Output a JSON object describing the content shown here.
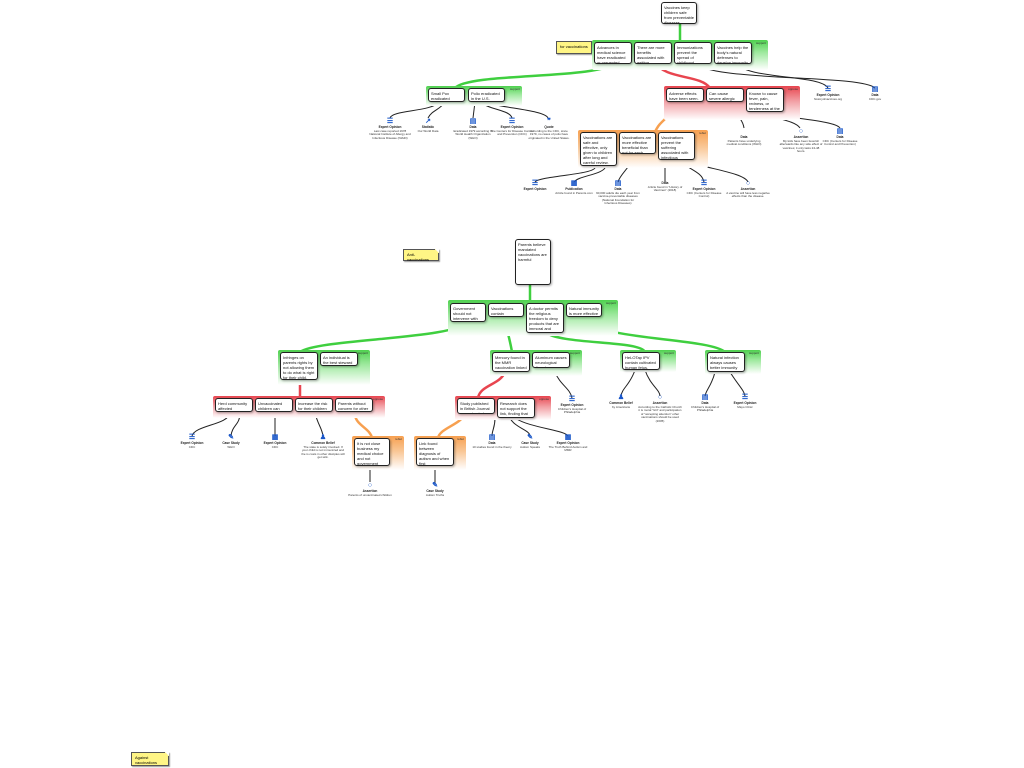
{
  "map1": {
    "label": "for vaccinations",
    "root": "Vaccines keep children safe from preventable diseases",
    "group_tags": {
      "support": "support",
      "oppose": "oppose",
      "rebut": "rebut"
    },
    "reasons": [
      "Advances in medical science have eradicated or prevented childhood diseases.",
      "There are more benefits associated with getting vaccinated than the effects of not.",
      "Immunizations prevent the spread of childhood diseases.",
      "Vaccines help the body's natural defenses to develop immunity."
    ],
    "sub_support": [
      "Small Pox eradicated",
      "Polio eradicated in the U.S."
    ],
    "sub_oppose": [
      "Adverse effects have been seen.",
      "Can cause severe allergic reactions.",
      "Known to cause fever, pain, redness, or tenderness at the injection site."
    ],
    "sub_rebut": [
      "Vaccinations are safe and effective, only given to children after long and careful review.",
      "Vaccinations are more effective beneficial than not for each",
      "Vaccinations prevent the suffering associated with infectious diseases."
    ],
    "evidence": [
      {
        "type": "Expert Opinion",
        "text": "Last case reported 1978 National Institute of Allergy and Infectious Disease (NIAID)",
        "icon": "expert-icon"
      },
      {
        "type": "Statistic",
        "text": "Our World Data",
        "icon": "statistic-icon"
      },
      {
        "type": "Data",
        "text": "Eradicated 1979 according to World Health Organization (WHO)",
        "icon": "data-icon"
      },
      {
        "type": "Expert Opinion",
        "text": "The Centers for Disease Control and Prevention (CDC)",
        "icon": "expert-icon"
      },
      {
        "type": "Quote",
        "text": "According to the CDC, since 1979, no cases of polio have originated in the United States.",
        "icon": "quote-icon"
      },
      {
        "type": "Expert Opinion",
        "text": "historyofvaccines.org",
        "icon": "expert-icon"
      },
      {
        "type": "Data",
        "text": "CDC.gov",
        "icon": "data-icon"
      },
      {
        "type": "Data",
        "text": "Patients have underlying medical conditions (WHO)",
        "icon": "data-icon"
      },
      {
        "type": "Assertion",
        "text": "My kids have been feverish afterwards like any side effect of vaccines; it only lasts 24-48 hours.",
        "icon": "assertion-icon"
      },
      {
        "type": "Data",
        "text": "CDC (Centers for Disease Control and Prevention)",
        "icon": "data-icon"
      },
      {
        "type": "Expert Opinion",
        "text": "",
        "icon": "expert-icon"
      },
      {
        "type": "Publication",
        "text": "Article found in Parents.com",
        "icon": "publication-icon"
      },
      {
        "type": "Data",
        "text": "90,000 adults die each year from vaccine-preventable diseases (National Foundation for Infectious Diseases)",
        "icon": "data-icon"
      },
      {
        "type": "Data",
        "text": "Article found in \"History of Vaccines\" (2018)",
        "icon": "data-icon"
      },
      {
        "type": "Expert Opinion",
        "text": "CDC (Centers for Disease Control)",
        "icon": "expert-icon"
      },
      {
        "type": "Assertion",
        "text": "A vaccine will have less negative effects than the disease.",
        "icon": "assertion-icon"
      }
    ]
  },
  "map2": {
    "label": "Anti-vaccinations",
    "root": "Parents believe mandated vaccinations are harmful",
    "reasons": [
      "Government should not intervene with medical choices.",
      "Vaccinations contain dangerous toxins.",
      "A doctor permits the religious freedom to deny products that are immoral and objectionable.",
      "Natural immunity is more effective than vaccines."
    ],
    "sub_a": [
      "Infringes on parents rights by not allowing them to do what is right for their child.",
      "An individual is the best steward of our body is our own."
    ],
    "sub_a_oppose": [
      "Herd community affected",
      "Unvaccinated children can cause outbreaks epidemics.",
      "Increase the risk for their children to become sick.",
      "Parents without concern for other children."
    ],
    "sub_a_rebut": "It is not close business my medical choice and not government groups.",
    "sub_b": [
      "Mercury found in the MMR vaccination linked to autism.",
      "Aluminum causes neurological disorders."
    ],
    "sub_b_oppose": [
      "Study published in British Journal was retracted.",
      "Research does not support the link, finding that delays occur before MMRs."
    ],
    "sub_b_rebut": "Link found between diagnosis of autism and when first immunizations are given.",
    "sub_c": "HeLOTap IPV contain cultivated human fetus.",
    "sub_d": "Natural infection always causes better immunity than vaccinations.",
    "evidence": [
      {
        "type": "Expert Opinion",
        "text": "CDC",
        "icon": "expert-icon"
      },
      {
        "type": "Case Study",
        "text": "WHO",
        "icon": "case-study-icon"
      },
      {
        "type": "Expert Opinion",
        "text": "CDC",
        "icon": "publication-icon"
      },
      {
        "type": "Common Belief",
        "text": "The state is solely involved. If your child is not immunized and the is costs in other disciples will get sick.",
        "icon": "common-belief-icon"
      },
      {
        "type": "Assertion",
        "text": "Parents of unvaccinated children",
        "icon": "assertion-icon"
      },
      {
        "type": "Expert Opinion",
        "text": "Children's Hospital of Philadelphia",
        "icon": "expert-icon"
      },
      {
        "type": "Data",
        "text": "10 studies found in the theory",
        "icon": "data-icon"
      },
      {
        "type": "Case Study",
        "text": "Autism Speaks",
        "icon": "case-study-icon"
      },
      {
        "type": "Expert Opinion",
        "text": "The Truth Behind Autism and MMR",
        "icon": "publication-icon"
      },
      {
        "type": "Case Study",
        "text": "Autism Truths",
        "icon": "case-study-icon"
      },
      {
        "type": "Common Belief",
        "text": "by Americans",
        "icon": "common-belief-icon"
      },
      {
        "type": "Assertion",
        "text": "According to the Catholic Church it is moral \"licit\" and participation of \"accepting attention\" other vaccinations should be used (2005)",
        "icon": "assertion-icon"
      },
      {
        "type": "Data",
        "text": "Children's Hospital of Philadelphia",
        "icon": "data-icon"
      },
      {
        "type": "Expert Opinion",
        "text": "Mayo Clinic",
        "icon": "expert-icon"
      }
    ]
  },
  "map3": {
    "label": "Against vaccinations"
  }
}
